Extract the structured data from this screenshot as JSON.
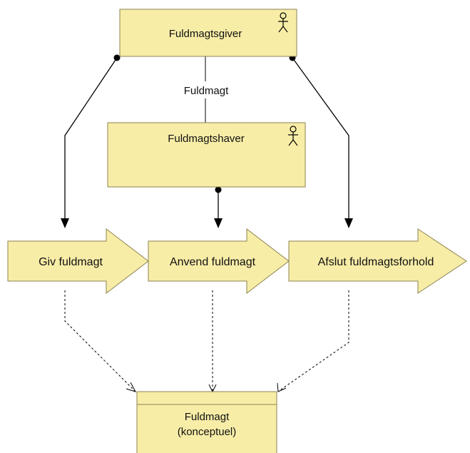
{
  "actors": {
    "giver": {
      "label": "Fuldmagtsgiver",
      "icon": "actor-stick-figure-icon"
    },
    "haver": {
      "label": "Fuldmagtshaver",
      "icon": "actor-stick-figure-icon"
    }
  },
  "association_label": "Fuldmagt",
  "processes": [
    {
      "label": "Giv fuldmagt"
    },
    {
      "label": "Anvend fuldmagt"
    },
    {
      "label": "Afslut fuldmagtsforhold"
    }
  ],
  "object": {
    "line1": "Fuldmagt",
    "line2": "(konceptuel)"
  },
  "colors": {
    "fill": "#f8eda7",
    "stroke": "#8b8250",
    "line": "#000000"
  }
}
